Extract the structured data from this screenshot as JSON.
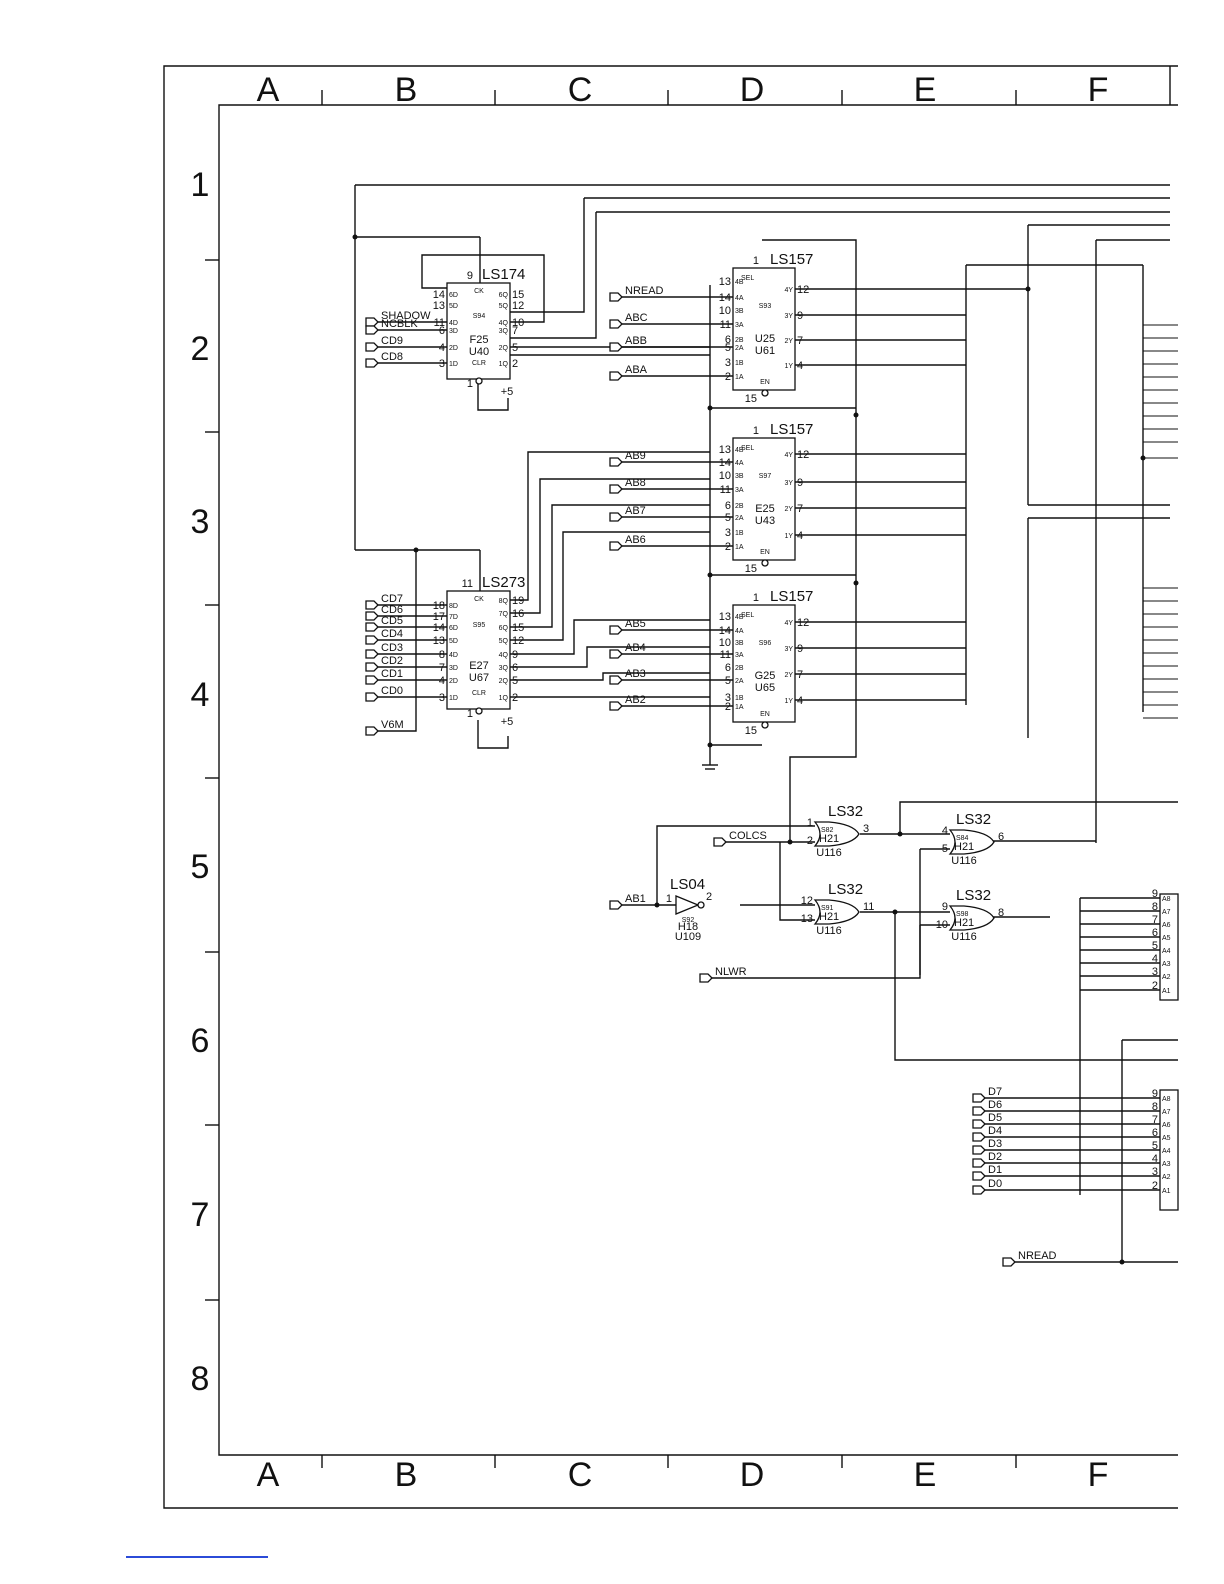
{
  "zones": [
    "A",
    "B",
    "C",
    "D",
    "E",
    "F"
  ],
  "rows": [
    "1",
    "2",
    "3",
    "4",
    "5",
    "6",
    "7",
    "8"
  ],
  "chips": {
    "u40": {
      "type": "LS174",
      "loc": "F25",
      "ref": "U40",
      "sheet": "S94",
      "clk": "CK",
      "clr": "CLR",
      "pin_ck": "9",
      "pin_clr": "1",
      "supply": "+5",
      "in_pins": [
        "14",
        "13",
        "11",
        "6",
        "4",
        "3"
      ],
      "in_names": [
        "6D",
        "5D",
        "4D",
        "3D",
        "2D",
        "1D"
      ],
      "out_pins": [
        "15",
        "12",
        "10",
        "7",
        "5",
        "2"
      ],
      "out_names": [
        "6Q",
        "5Q",
        "4Q",
        "3Q",
        "2Q",
        "1Q"
      ]
    },
    "u67": {
      "type": "LS273",
      "loc": "E27",
      "ref": "U67",
      "sheet": "S95",
      "clk": "CK",
      "clr": "CLR",
      "pin_ck": "11",
      "pin_clr": "1",
      "supply": "+5",
      "in_pins": [
        "18",
        "17",
        "14",
        "13",
        "8",
        "7",
        "4",
        "3"
      ],
      "in_names": [
        "8D",
        "7D",
        "6D",
        "5D",
        "4D",
        "3D",
        "2D",
        "1D"
      ],
      "out_pins": [
        "19",
        "16",
        "15",
        "12",
        "9",
        "6",
        "5",
        "2"
      ],
      "out_names": [
        "8Q",
        "7Q",
        "6Q",
        "5Q",
        "4Q",
        "3Q",
        "2Q",
        "1Q"
      ]
    },
    "u61": {
      "type": "LS157",
      "loc": "U25",
      "ref": "U61",
      "sheet": "S93",
      "sel": "SEL",
      "en": "EN",
      "pin_sel": "1",
      "pin_en": "15",
      "in_pins": [
        "13",
        "14",
        "10",
        "11",
        "6",
        "5",
        "3",
        "2"
      ],
      "in_names": [
        "4B",
        "4A",
        "3B",
        "3A",
        "2B",
        "2A",
        "1B",
        "1A"
      ],
      "out_pins": [
        "12",
        "9",
        "7",
        "4"
      ],
      "out_names": [
        "4Y",
        "3Y",
        "2Y",
        "1Y"
      ]
    },
    "u43": {
      "type": "LS157",
      "loc": "E25",
      "ref": "U43",
      "sheet": "S97",
      "sel": "SEL",
      "en": "EN",
      "pin_sel": "1",
      "pin_en": "15",
      "in_pins": [
        "13",
        "14",
        "10",
        "11",
        "6",
        "5",
        "3",
        "2"
      ],
      "in_names": [
        "4B",
        "4A",
        "3B",
        "3A",
        "2B",
        "2A",
        "1B",
        "1A"
      ],
      "out_pins": [
        "12",
        "9",
        "7",
        "4"
      ],
      "out_names": [
        "4Y",
        "3Y",
        "2Y",
        "1Y"
      ]
    },
    "u65": {
      "type": "LS157",
      "loc": "G25",
      "ref": "U65",
      "sheet": "S96",
      "sel": "SEL",
      "en": "EN",
      "pin_sel": "1",
      "pin_en": "15",
      "in_pins": [
        "13",
        "14",
        "10",
        "11",
        "6",
        "5",
        "3",
        "2"
      ],
      "in_names": [
        "4B",
        "4A",
        "3B",
        "3A",
        "2B",
        "2A",
        "1B",
        "1A"
      ],
      "out_pins": [
        "12",
        "9",
        "7",
        "4"
      ],
      "out_names": [
        "4Y",
        "3Y",
        "2Y",
        "1Y"
      ]
    }
  },
  "gates": {
    "g1": {
      "type": "LS32",
      "sheet": "S82",
      "loc": "H21",
      "ref": "U116",
      "in_a": "1",
      "in_b": "2",
      "out": "3"
    },
    "g2": {
      "type": "LS32",
      "sheet": "S91",
      "loc": "H21",
      "ref": "U116",
      "in_a": "12",
      "in_b": "13",
      "out": "11"
    },
    "g3": {
      "type": "LS32",
      "sheet": "S84",
      "loc": "H21",
      "ref": "U116",
      "in_a": "4",
      "in_b": "5",
      "out": "6"
    },
    "g4": {
      "type": "LS32",
      "sheet": "S98",
      "loc": "H21",
      "ref": "U116",
      "in_a": "9",
      "in_b": "10",
      "out": "8"
    },
    "inv": {
      "type": "LS04",
      "sheet": "S92",
      "loc": "H18",
      "ref": "U109",
      "in": "1",
      "out": "2"
    }
  },
  "signals": {
    "u40_inputs": [
      "SHADOW",
      "NCBLK",
      "CD9",
      "CD8"
    ],
    "u67_inputs": [
      "CD7",
      "CD6",
      "CD5",
      "CD4",
      "CD3",
      "CD2",
      "CD1",
      "CD0"
    ],
    "v6m": "V6M",
    "nread": "NREAD",
    "u61_inputs": [
      "ABC",
      "ABB",
      "ABA"
    ],
    "u43_inputs": [
      "AB9",
      "AB8",
      "AB7",
      "AB6"
    ],
    "u65_inputs": [
      "AB5",
      "AB4",
      "AB3",
      "AB2"
    ],
    "colcs": "COLCS",
    "ab1": "AB1",
    "nlwr": "NLWR",
    "data_bus": [
      "D7",
      "D6",
      "D5",
      "D4",
      "D3",
      "D2",
      "D1",
      "D0"
    ],
    "nread2": "NREAD",
    "bus_pins": [
      "9",
      "8",
      "7",
      "6",
      "5",
      "4",
      "3",
      "2"
    ],
    "addr_a": [
      "A8",
      "A7",
      "A6",
      "A5",
      "A4",
      "A3",
      "A2",
      "A1"
    ]
  }
}
